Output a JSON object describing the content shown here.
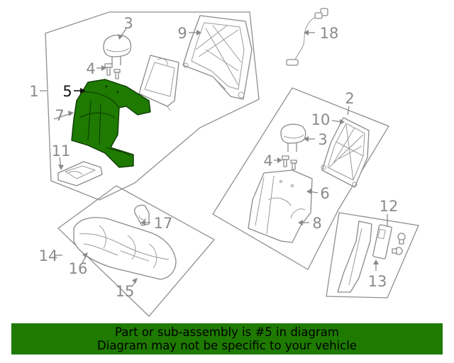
{
  "diagram": {
    "callouts": {
      "c1": "1",
      "c2": "2",
      "c3a": "3",
      "c3b": "3",
      "c4a": "4",
      "c4b": "4",
      "c5": "5",
      "c6": "6",
      "c7": "7",
      "c8": "8",
      "c9": "9",
      "c10": "10",
      "c11": "11",
      "c12": "12",
      "c13": "13",
      "c14": "14",
      "c15": "15",
      "c16": "16",
      "c17": "17",
      "c18": "18"
    },
    "colors": {
      "highlight_fill": "#1e7a00",
      "line_gray": "#8a8a8a",
      "label_gray": "#8a8a8a",
      "active_label": "#111111"
    },
    "highlighted_part": "5"
  },
  "banner": {
    "line1": "Part or sub-assembly is #5 in diagram",
    "line2": "Diagram may not be specific to your vehicle",
    "background": "#1e7a00"
  }
}
